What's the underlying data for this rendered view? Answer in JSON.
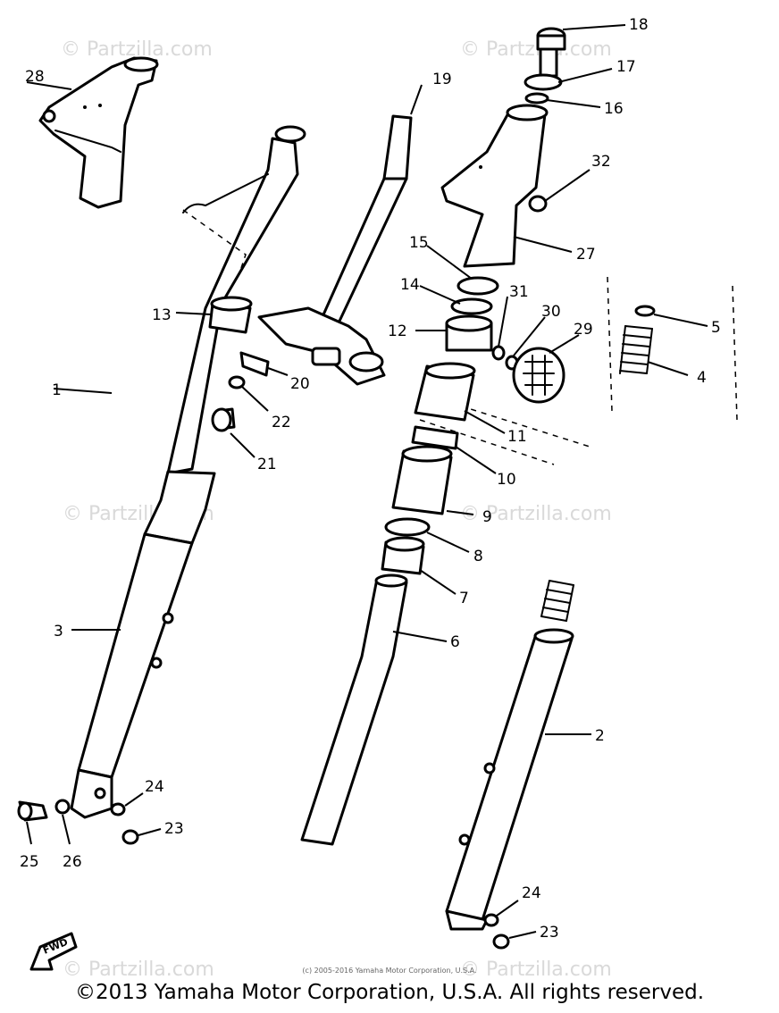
{
  "watermark": "© Partzilla.com",
  "fwd_label": "FWD",
  "copyright_small": "(c) 2005-2016 Yamaha Motor Corporation, U.S.A.",
  "copyright": "©2013 Yamaha Motor Corporation, U.S.A. All rights reserved.",
  "callouts": [
    "1",
    "2",
    "3",
    "4",
    "5",
    "6",
    "7",
    "8",
    "9",
    "10",
    "11",
    "12",
    "13",
    "14",
    "15",
    "16",
    "17",
    "18",
    "19",
    "20",
    "21",
    "22",
    "23",
    "24",
    "25",
    "26",
    "27",
    "28",
    "29",
    "30",
    "31",
    "32",
    "24",
    "23"
  ]
}
